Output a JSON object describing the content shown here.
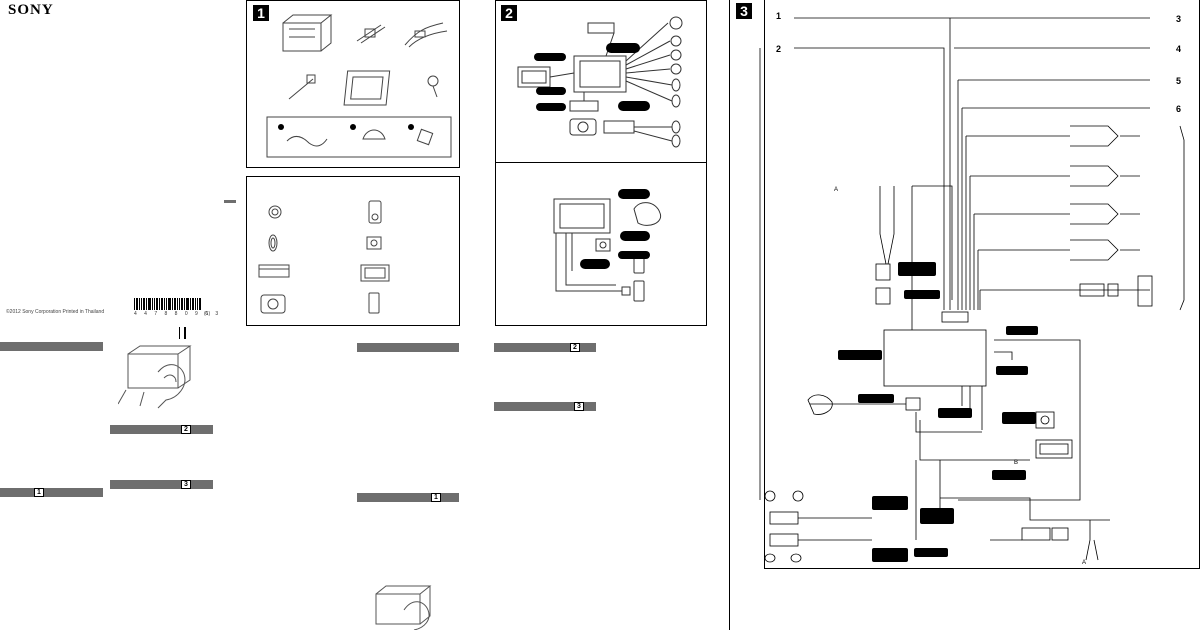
{
  "header": {
    "brand": "SONY"
  },
  "footer": {
    "copyright": "©2012 Sony Corporation   Printed in Thailand",
    "barcode_number": "4 4 7 8 8 0 9 6 3",
    "revision": "(1)"
  },
  "figures": {
    "fig1": {
      "badge": "1"
    },
    "fig2": {
      "badge": "2"
    },
    "fig3": {
      "badge": "3"
    }
  },
  "section_refs": {
    "ref_a": "1",
    "ref_b": "2",
    "ref_c": "3",
    "ref_d": "1",
    "ref_e": "2",
    "ref_f": "3"
  },
  "connectors": {
    "c1": "1",
    "c2": "2",
    "c3": "3",
    "c4": "4",
    "c5": "5",
    "c6": "6",
    "a_top": "A",
    "a_bottom": "A",
    "b_mark": "B"
  },
  "colors": {
    "section_bar": "#6e6e6e",
    "badge": "#000000",
    "line": "#000000"
  }
}
